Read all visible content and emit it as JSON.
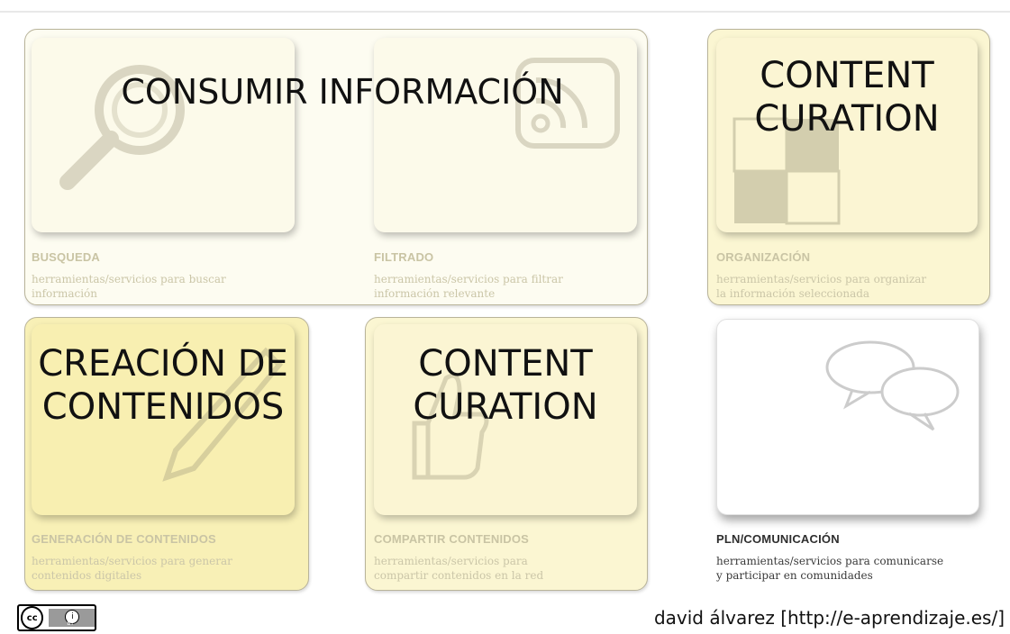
{
  "headings": {
    "consumir": "CONSUMIR INFORMACIÓN",
    "curation_top_line1": "CONTENT",
    "curation_top_line2": "CURATION",
    "creacion_line1": "CREACIÓN DE",
    "creacion_line2": "CONTENIDOS",
    "curation_bottom_line1": "CONTENT",
    "curation_bottom_line2": "CURATION"
  },
  "cards": [
    {
      "label": "BUSQUEDA",
      "desc_line1": "herramientas/servicios para buscar",
      "desc_line2": "información",
      "icon": "magnifier-icon"
    },
    {
      "label": "FILTRADO",
      "desc_line1": "herramientas/servicios para filtrar",
      "desc_line2": "información relevante",
      "icon": "rss-icon"
    },
    {
      "label": "ORGANIZACIÓN",
      "desc_line1": "herramientas/servicios para organizar",
      "desc_line2": "la información seleccionada",
      "icon": "checkerboard-icon"
    },
    {
      "label": "GENERACIÓN DE CONTENIDOS",
      "desc_line1": "herramientas/servicios para generar",
      "desc_line2": "contenidos digitales",
      "icon": "pencil-icon"
    },
    {
      "label": "COMPARTIR CONTENIDOS",
      "desc_line1": "herramientas/servicios para",
      "desc_line2": "compartir contenidos en la red",
      "icon": "thumbs-up-icon"
    },
    {
      "label": "PLN/COMUNICACIÓN",
      "desc_line1": "herramientas/servicios para comunicarse",
      "desc_line2": "y participar en comunidades",
      "icon": "speech-bubbles-icon"
    }
  ],
  "license": {
    "cc": "cc",
    "by": "BY"
  },
  "credit": "david álvarez [http://e-aprendizaje.es/]"
}
